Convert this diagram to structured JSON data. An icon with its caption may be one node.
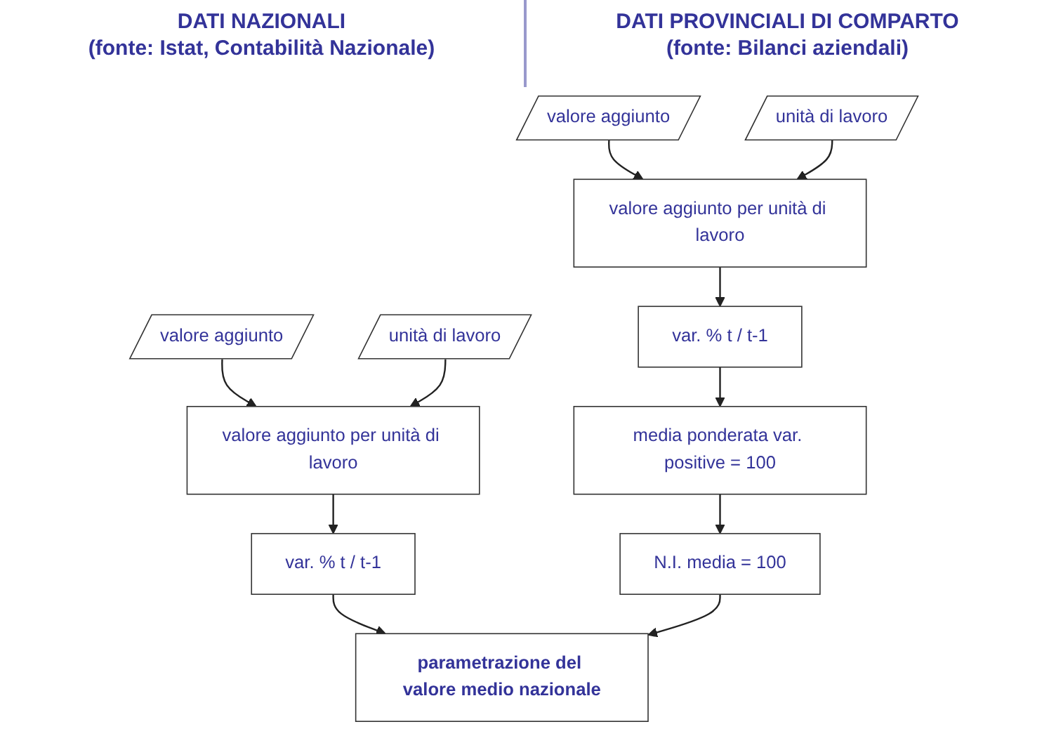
{
  "diagram": {
    "nodes": [
      {
        "text": [
          "valore aggiunto"
        ]
      },
      {
        "text": [
          "unità di lavoro"
        ]
      },
      {
        "text": [
          "valore aggiunto per unità di lavoro"
        ]
      },
      {
        "text": [
          "var. % t / t-1"
        ]
      },
      {
        "text": [
          "valore aggiunto"
        ]
      },
      {
        "text": [
          "unità di lavoro"
        ]
      },
      {
        "text": [
          "valore aggiunto per unità di lavoro"
        ]
      },
      {
        "text": [
          "var. % t / t-1"
        ]
      },
      {
        "text": [
          "media ponderata var. positive = 100"
        ]
      },
      {
        "text": [
          "N.I. media = 100"
        ]
      },
      {
        "text": [
          "parametrazione del valore medio nazionale"
        ]
      }
    ],
    "edges": [
      {
        "from": 0,
        "to": 2,
        "arrow": "to"
      },
      {
        "from": 1,
        "to": 2,
        "arrow": "to"
      },
      {
        "from": 2,
        "to": 3,
        "arrow": "to"
      },
      {
        "from": 3,
        "to": 10,
        "arrow": "to"
      },
      {
        "from": 4,
        "to": 6,
        "arrow": "to"
      },
      {
        "from": 5,
        "to": 6,
        "arrow": "to"
      },
      {
        "from": 6,
        "to": 7,
        "arrow": "to"
      },
      {
        "from": 7,
        "to": 8,
        "arrow": "to"
      },
      {
        "from": 8,
        "to": 9,
        "arrow": "to"
      },
      {
        "from": 9,
        "to": 10,
        "arrow": "to"
      }
    ],
    "labels": [
      "DATI NAZIONALI",
      "(fonte: Istat, Contabilità Nazionale)",
      "DATI PROVINCIALI DI COMPARTO",
      "(fonte: Bilanci aziendali)"
    ]
  }
}
